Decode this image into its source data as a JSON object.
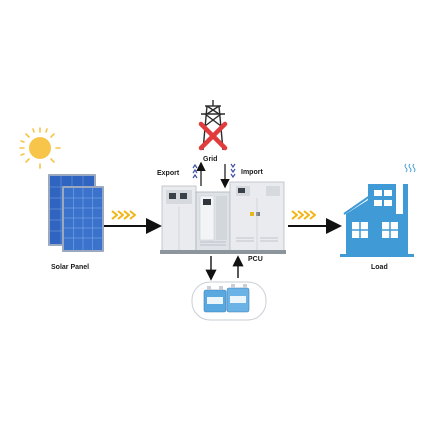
{
  "labels": {
    "grid": "Grid",
    "export": "Export",
    "import": "Import",
    "pcu": "PCU",
    "solar_panel": "Solar Panel",
    "load": "Load"
  },
  "colors": {
    "sun": "#f6c54a",
    "panel_blue": "#2f65c0",
    "panel_frame": "#9aa8c0",
    "chevron": "#f2b515",
    "arrow": "#111111",
    "grid_cross": "#e23b3b",
    "tower": "#2b2b2b",
    "flow_arrow_blue": "#3d50a8",
    "cabinet": "#e9ebee",
    "cabinet_dark": "#8c949c",
    "house": "#3f9ad6",
    "battery": "#5aa8e0"
  },
  "icons": {
    "sun": "sun-icon",
    "solar_panel": "solar-panel-icon",
    "transmission_tower": "transmission-tower-icon",
    "grid_disconnected": "cross-icon",
    "pcu_cabinet": "power-conditioning-unit-icon",
    "battery_bank": "battery-bank-icon",
    "load_building": "house-icon",
    "heat": "heat-waves-icon"
  }
}
